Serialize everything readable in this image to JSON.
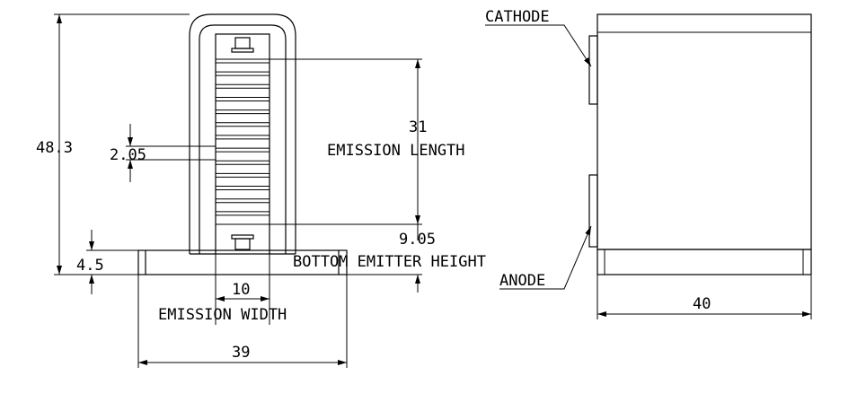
{
  "labels": {
    "overall_height": "48.3",
    "pitch": "2.05",
    "emission_length_value": "31",
    "emission_length_text": "EMISSION LENGTH",
    "bottom_emitter_value": "9.05",
    "bottom_emitter_text": "BOTTOM EMITTER HEIGHT",
    "base_height": "4.5",
    "emission_width_value": "10",
    "emission_width_text": "EMISSION WIDTH",
    "base_width": "39",
    "cathode": "CATHODE",
    "anode": "ANODE",
    "side_width": "40"
  }
}
